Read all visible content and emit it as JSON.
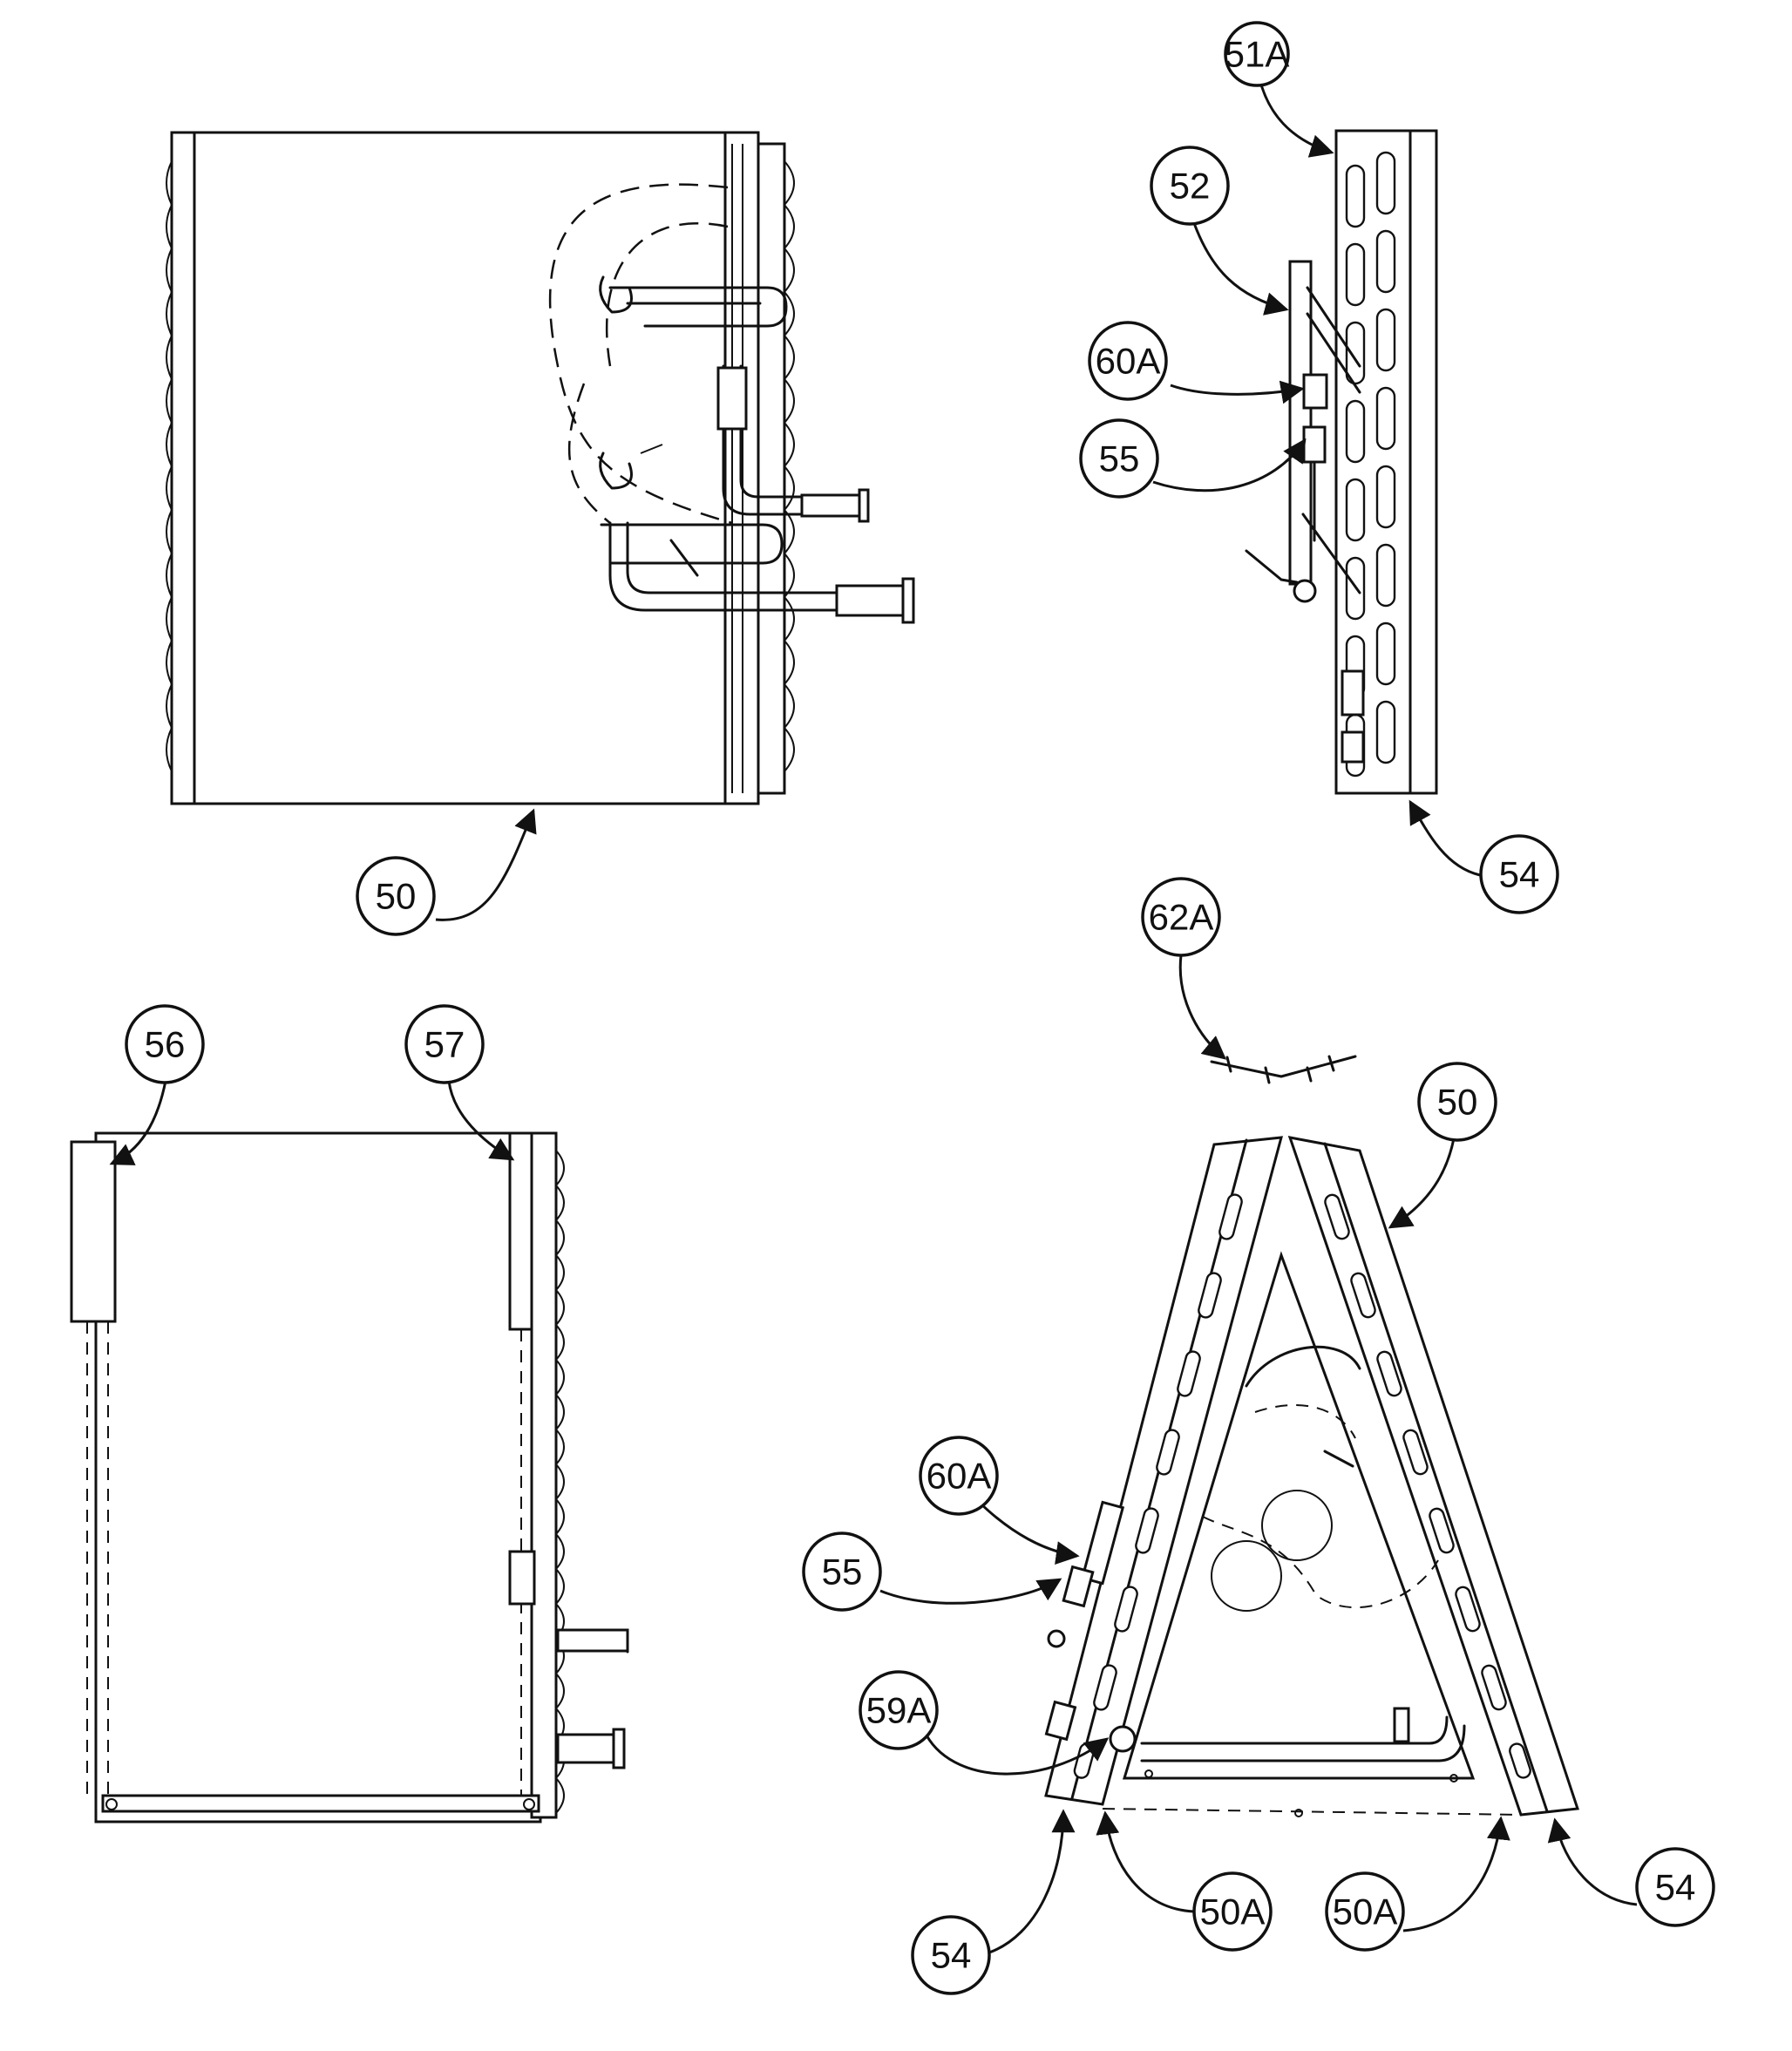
{
  "callouts": {
    "label_50_top": "50",
    "label_51a": "51A",
    "label_52": "52",
    "label_60a_top": "60A",
    "label_55_top": "55",
    "label_54_top": "54",
    "label_62a": "62A",
    "label_56": "56",
    "label_57": "57",
    "label_50_bottom": "50",
    "label_60a_bottom": "60A",
    "label_55_bottom": "55",
    "label_59a": "59A",
    "label_54_bottom_left": "54",
    "label_50a_left": "50A",
    "label_50a_right": "50A",
    "label_54_bottom_right": "54"
  }
}
